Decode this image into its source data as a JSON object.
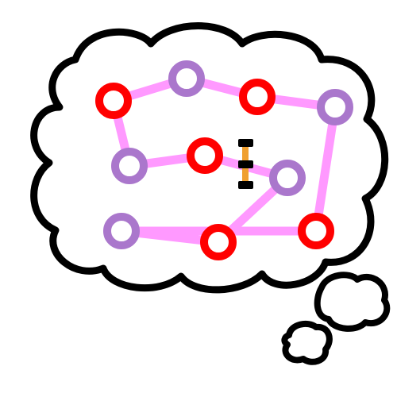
{
  "colors": {
    "background": "#ffffff",
    "cloud_fill": "#ffffff",
    "cloud_outline": "#000000",
    "edge": "#ff99ff",
    "node_red": "#ff0000",
    "node_purple": "#aa77cc",
    "marker_fill": "#f0a030",
    "marker_cap": "#000000"
  },
  "diagram": {
    "nodes": [
      {
        "id": "n1",
        "color": "red"
      },
      {
        "id": "n2",
        "color": "purple"
      },
      {
        "id": "n3",
        "color": "red"
      },
      {
        "id": "n4",
        "color": "purple"
      },
      {
        "id": "n5",
        "color": "purple"
      },
      {
        "id": "n6",
        "color": "red"
      },
      {
        "id": "n7",
        "color": "purple"
      },
      {
        "id": "n8",
        "color": "purple"
      },
      {
        "id": "n9",
        "color": "red"
      },
      {
        "id": "n10",
        "color": "red"
      }
    ],
    "edges": [
      [
        "n1",
        "n2"
      ],
      [
        "n2",
        "n3"
      ],
      [
        "n3",
        "n4"
      ],
      [
        "n4",
        "n10"
      ],
      [
        "n10",
        "n8"
      ],
      [
        "n8",
        "n9"
      ],
      [
        "n9",
        "n7"
      ],
      [
        "n7",
        "n6"
      ],
      [
        "n6",
        "n5"
      ],
      [
        "n5",
        "n1"
      ]
    ],
    "marker": {
      "icon": "bone-marker-icon",
      "segments": 2
    }
  }
}
